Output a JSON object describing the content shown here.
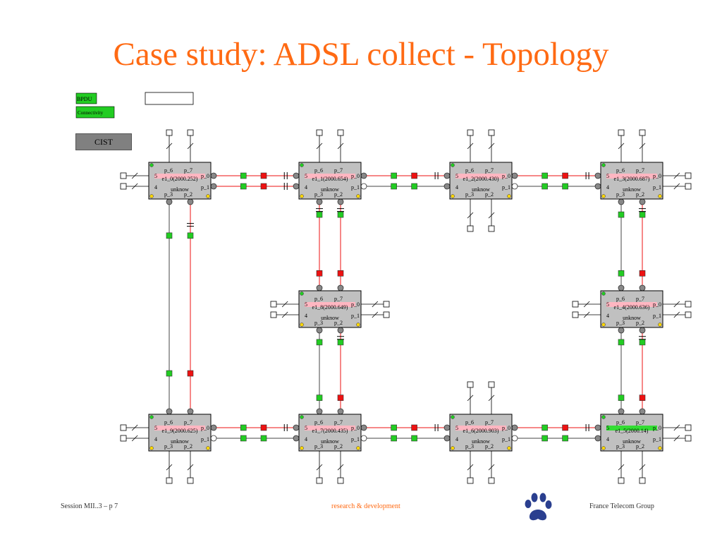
{
  "slide": {
    "title": "Case study: ADSL collect - Topology",
    "legend": {
      "bpdu": "BPDU",
      "connectivity": "Connectivity",
      "cist": "CIST"
    },
    "footer": {
      "left": "Session MII..3 – p 7",
      "center": "research & development",
      "right": "France Telecom Group"
    },
    "logo_icon": "paw-icon"
  },
  "colors": {
    "title": "#ff6a13",
    "switch_fill": "#c0c0c0",
    "highlight": "#ffb6c1",
    "root_highlight": "#33dd33",
    "forwarding": "#22cc22",
    "blocking": "#ee1111",
    "cist": "#808080"
  },
  "port_labels": {
    "p0": "p_0",
    "p1": "p_1",
    "p2": "p_2",
    "p3": "p_3",
    "p4": "4",
    "p5": "5",
    "p6": "p_6",
    "p7": "p_7",
    "state": "unknow"
  },
  "switches": [
    {
      "id": "e1_0(2000.252)"
    },
    {
      "id": "e1_1(2000.654)"
    },
    {
      "id": "e1_2(2000.430)"
    },
    {
      "id": "e1_3(2000.687)"
    },
    {
      "id": "e1_8(2000.649)"
    },
    {
      "id": "e1_4(2000.636)"
    },
    {
      "id": "e1_9(2000.625)"
    },
    {
      "id": "e1_7(2000.435)"
    },
    {
      "id": "e1_6(2000.903)"
    },
    {
      "id": "e1_5(2000.14)"
    }
  ],
  "links": [
    {
      "from": 0,
      "to": 1,
      "ports": [
        "p0",
        "p5"
      ],
      "state": "blocking"
    },
    {
      "from": 0,
      "to": 1,
      "ports": [
        "p1",
        "p4"
      ],
      "state": "blocking"
    },
    {
      "from": 1,
      "to": 2,
      "ports": [
        "p0",
        "p5"
      ],
      "state": "blocking"
    },
    {
      "from": 1,
      "to": 2,
      "ports": [
        "p1",
        "p4"
      ],
      "state": "forwarding"
    },
    {
      "from": 2,
      "to": 3,
      "ports": [
        "p0",
        "p5"
      ],
      "state": "blocking"
    },
    {
      "from": 2,
      "to": 3,
      "ports": [
        "p1",
        "p4"
      ],
      "state": "forwarding"
    },
    {
      "from": 0,
      "to": 6,
      "ports": [
        "p3",
        "p6"
      ],
      "state": "forwarding"
    },
    {
      "from": 0,
      "to": 6,
      "ports": [
        "p2",
        "p7"
      ],
      "state": "blocking"
    },
    {
      "from": 1,
      "to": 4,
      "ports": [
        "p3",
        "p6"
      ],
      "state": "blocking"
    },
    {
      "from": 1,
      "to": 4,
      "ports": [
        "p2",
        "p7"
      ],
      "state": "blocking"
    },
    {
      "from": 4,
      "to": 7,
      "ports": [
        "p3",
        "p6"
      ],
      "state": "forwarding"
    },
    {
      "from": 4,
      "to": 7,
      "ports": [
        "p2",
        "p7"
      ],
      "state": "blocking"
    },
    {
      "from": 3,
      "to": 5,
      "ports": [
        "p3",
        "p6"
      ],
      "state": "forwarding"
    },
    {
      "from": 3,
      "to": 5,
      "ports": [
        "p2",
        "p7"
      ],
      "state": "blocking"
    },
    {
      "from": 5,
      "to": 9,
      "ports": [
        "p3",
        "p6"
      ],
      "state": "forwarding"
    },
    {
      "from": 5,
      "to": 9,
      "ports": [
        "p2",
        "p7"
      ],
      "state": "blocking"
    },
    {
      "from": 6,
      "to": 7,
      "ports": [
        "p0",
        "p5"
      ],
      "state": "blocking"
    },
    {
      "from": 6,
      "to": 7,
      "ports": [
        "p1",
        "p4"
      ],
      "state": "forwarding"
    },
    {
      "from": 7,
      "to": 8,
      "ports": [
        "p0",
        "p5"
      ],
      "state": "blocking"
    },
    {
      "from": 7,
      "to": 8,
      "ports": [
        "p1",
        "p4"
      ],
      "state": "forwarding"
    },
    {
      "from": 8,
      "to": 9,
      "ports": [
        "p0",
        "p5"
      ],
      "state": "blocking"
    },
    {
      "from": 8,
      "to": 9,
      "ports": [
        "p1",
        "p4"
      ],
      "state": "forwarding"
    }
  ]
}
